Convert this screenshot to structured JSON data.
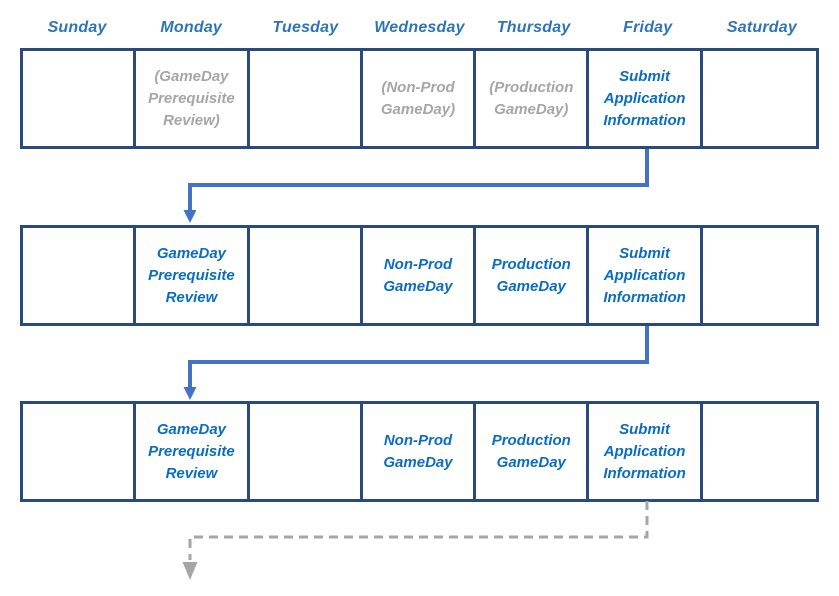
{
  "colors": {
    "header_text": "#2E75B6",
    "cell_border": "#2B4A7C",
    "active_text": "#0B6DBF",
    "muted_text": "#A6A6A6",
    "arrow_solid": "#4472C4",
    "arrow_dashed": "#A6A6A6"
  },
  "calendar": {
    "day_headers": [
      "Sunday",
      "Monday",
      "Tuesday",
      "Wednesday",
      "Thursday",
      "Friday",
      "Saturday"
    ],
    "weeks": [
      {
        "label": "week-1",
        "cells": [
          {
            "day": "sunday",
            "text": "",
            "muted": false
          },
          {
            "day": "monday",
            "text": "(GameDay Prerequisite Review)",
            "muted": true
          },
          {
            "day": "tuesday",
            "text": "",
            "muted": false
          },
          {
            "day": "wednesday",
            "text": "(Non-Prod GameDay)",
            "muted": true
          },
          {
            "day": "thursday",
            "text": "(Production GameDay)",
            "muted": true
          },
          {
            "day": "friday",
            "text": "Submit Application Information",
            "muted": false
          },
          {
            "day": "saturday",
            "text": "",
            "muted": false
          }
        ]
      },
      {
        "label": "week-2",
        "cells": [
          {
            "day": "sunday",
            "text": "",
            "muted": false
          },
          {
            "day": "monday",
            "text": "GameDay Prerequisite Review",
            "muted": false
          },
          {
            "day": "tuesday",
            "text": "",
            "muted": false
          },
          {
            "day": "wednesday",
            "text": "Non-Prod GameDay",
            "muted": false
          },
          {
            "day": "thursday",
            "text": "Production GameDay",
            "muted": false
          },
          {
            "day": "friday",
            "text": "Submit Application Information",
            "muted": false
          },
          {
            "day": "saturday",
            "text": "",
            "muted": false
          }
        ]
      },
      {
        "label": "week-3",
        "cells": [
          {
            "day": "sunday",
            "text": "",
            "muted": false
          },
          {
            "day": "monday",
            "text": "GameDay Prerequisite Review",
            "muted": false
          },
          {
            "day": "tuesday",
            "text": "",
            "muted": false
          },
          {
            "day": "wednesday",
            "text": "Non-Prod GameDay",
            "muted": false
          },
          {
            "day": "thursday",
            "text": "Production GameDay",
            "muted": false
          },
          {
            "day": "friday",
            "text": "Submit Application Information",
            "muted": false
          },
          {
            "day": "saturday",
            "text": "",
            "muted": false
          }
        ]
      }
    ]
  },
  "arrows": [
    {
      "name": "arrow-week1-friday-to-week2-monday",
      "style": "solid"
    },
    {
      "name": "arrow-week2-friday-to-week3-monday",
      "style": "solid"
    },
    {
      "name": "arrow-week3-friday-to-next",
      "style": "dashed"
    }
  ]
}
